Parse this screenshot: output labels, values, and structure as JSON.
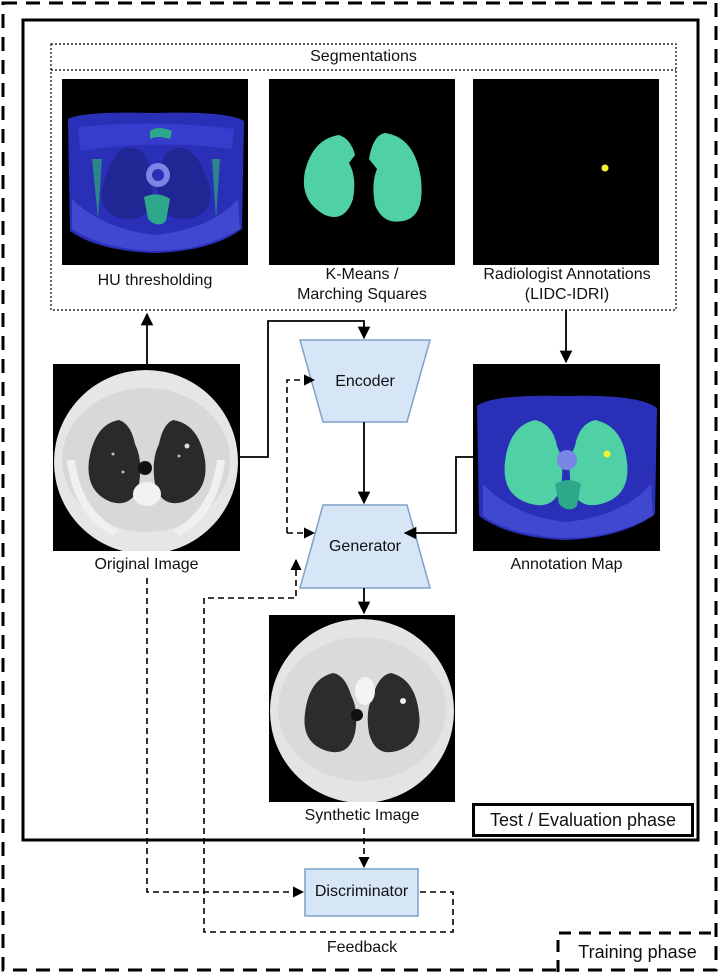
{
  "diagram": {
    "segmentations_title": "Segmentations",
    "segmentations": [
      {
        "label": "HU thresholding"
      },
      {
        "label": "K-Means /\nMarching Squares"
      },
      {
        "label": "Radiologist Annotations\n(LIDC-IDRI)"
      }
    ],
    "original_image_label": "Original Image",
    "annotation_map_label": "Annotation Map",
    "synthetic_image_label": "Synthetic Image",
    "encoder_label": "Encoder",
    "generator_label": "Generator",
    "discriminator_label": "Discriminator",
    "feedback_label": "Feedback",
    "test_phase_label": "Test / Evaluation phase",
    "training_phase_label": "Training phase",
    "colors": {
      "block_fill": "#d6e6f7",
      "block_stroke": "#7fa2c8",
      "lung_green": "#4fd1a5",
      "tissue_blue": "#2a2fb8",
      "nodule_yellow": "#f2f233"
    }
  }
}
